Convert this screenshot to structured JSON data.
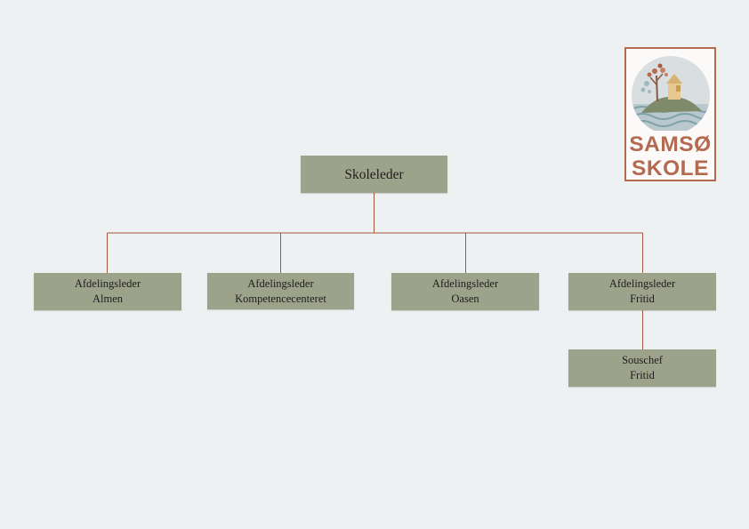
{
  "org_chart": {
    "root": {
      "title": "Skoleleder"
    },
    "departments": [
      {
        "role": "Afdelingsleder",
        "unit": "Almen"
      },
      {
        "role": "Afdelingsleder",
        "unit": "Kompetencecenteret"
      },
      {
        "role": "Afdelingsleder",
        "unit": "Oasen"
      },
      {
        "role": "Afdelingsleder",
        "unit": "Fritid"
      }
    ],
    "sub": {
      "role": "Souschef",
      "unit": "Fritid"
    }
  },
  "logo": {
    "line1": "SAMSØ",
    "line2": "SKOLE"
  },
  "colors": {
    "background": "#eef1f2",
    "box_fill": "#9da38a",
    "connector": "#a4553c",
    "logo_brand": "#b36a4f"
  }
}
